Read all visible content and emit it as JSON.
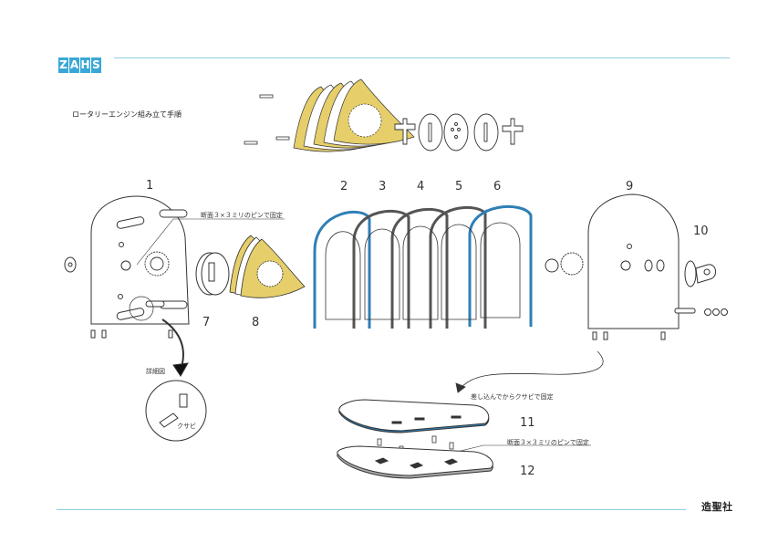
{
  "header": {
    "logo_letters": [
      "Z",
      "A",
      "H",
      "S"
    ],
    "title": "ロータリーエンジン組み立て手順"
  },
  "footer": {
    "brand": "造聖社"
  },
  "part_numbers": [
    "1",
    "2",
    "3",
    "4",
    "5",
    "6",
    "7",
    "8",
    "9",
    "10",
    "11",
    "12"
  ],
  "annotations": {
    "pin_note_top": "断面３×３ミリのピンで固定",
    "detail_label": "詳細図",
    "wedge_label": "クサビ",
    "insert_note": "差し込んでからクサビで固定",
    "pin_note_bottom": "断面３×３ミリのピンで固定"
  },
  "colors": {
    "accent_blue": "#3aa7d6",
    "rule_blue": "#8ecfe6",
    "rotor_gold": "#e6cf6a",
    "housing_blue": "#2f7fb5"
  }
}
